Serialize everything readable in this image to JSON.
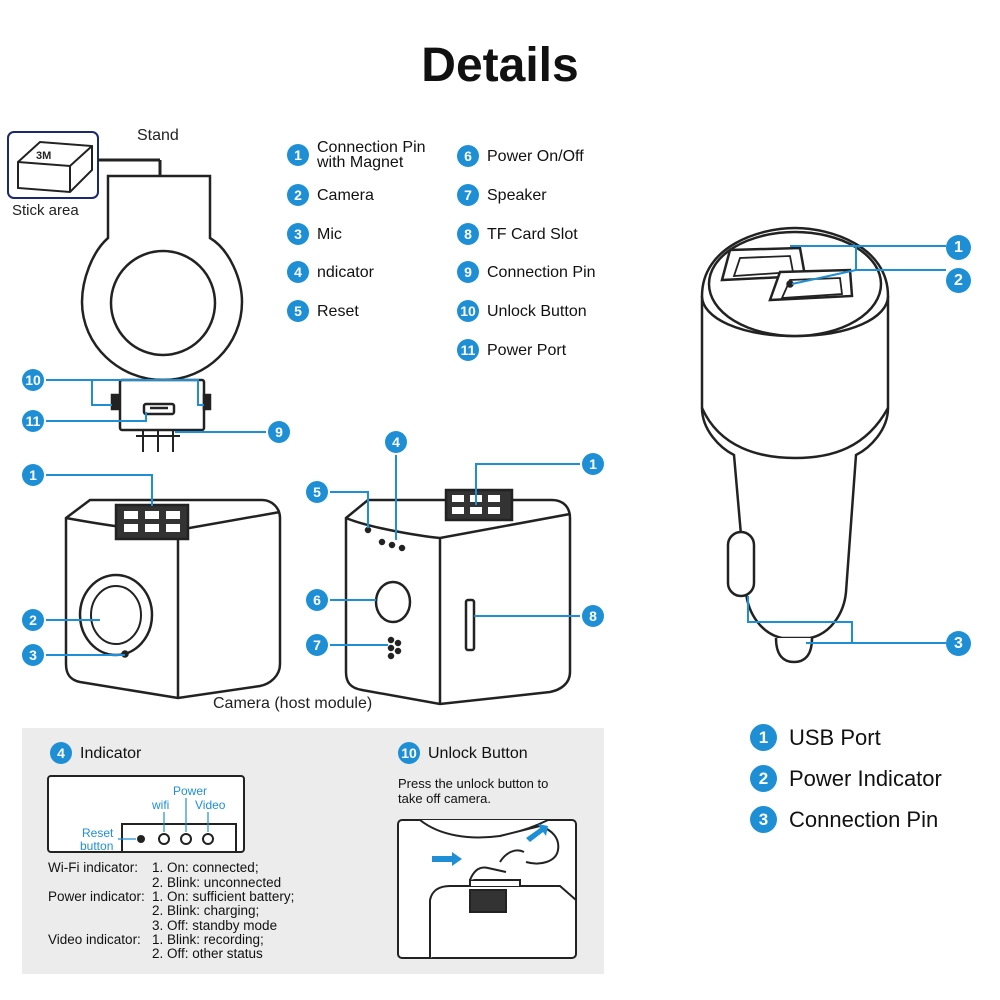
{
  "title": "Details",
  "labels": {
    "stand": "Stand",
    "stick_area": "Stick area",
    "tape_mark": "3M",
    "camera_host": "Camera (host module)"
  },
  "legend": [
    {
      "num": "1",
      "label": "Connection Pin with Magnet"
    },
    {
      "num": "2",
      "label": "Camera"
    },
    {
      "num": "3",
      "label": "Mic"
    },
    {
      "num": "4",
      "label": "ndicator"
    },
    {
      "num": "5",
      "label": "Reset"
    },
    {
      "num": "6",
      "label": "Power On/Off"
    },
    {
      "num": "7",
      "label": "Speaker"
    },
    {
      "num": "8",
      "label": "TF Card Slot"
    },
    {
      "num": "9",
      "label": "Connection Pin"
    },
    {
      "num": "10",
      "label": "Unlock Button"
    },
    {
      "num": "11",
      "label": "Power Port"
    }
  ],
  "callouts": {
    "c1": "1",
    "c2": "2",
    "c3": "3",
    "c4": "4",
    "c5": "5",
    "c6": "6",
    "c7": "7",
    "c8": "8",
    "c9": "9",
    "c10": "10",
    "c11": "11"
  },
  "charger": {
    "callouts": [
      "1",
      "2",
      "3"
    ],
    "legend": [
      {
        "num": "1",
        "label": "USB Port"
      },
      {
        "num": "2",
        "label": "Power Indicator"
      },
      {
        "num": "3",
        "label": "Connection Pin"
      }
    ]
  },
  "indicator_panel": {
    "num": "4",
    "title": "Indicator",
    "power": "Power",
    "wifi": "wifi",
    "video": "Video",
    "reset": "Reset",
    "button": "button",
    "rows": [
      [
        "Wi-Fi indicator:",
        "1. On: connected;"
      ],
      [
        "",
        "2. Blink: unconnected"
      ],
      [
        "Power indicator:",
        "1. On: sufficient battery;"
      ],
      [
        "",
        "2. Blink: charging;"
      ],
      [
        "",
        "3. Off: standby mode"
      ],
      [
        "Video indicator:",
        "1. Blink: recording;"
      ],
      [
        "",
        "2. Off: other status"
      ]
    ]
  },
  "unlock_panel": {
    "num": "10",
    "title": "Unlock Button",
    "line1": "Press the unlock button to",
    "line2": "take off camera."
  },
  "colors": {
    "accent": "#1e8fd5",
    "panel": "#ececec",
    "outline": "#222222"
  }
}
